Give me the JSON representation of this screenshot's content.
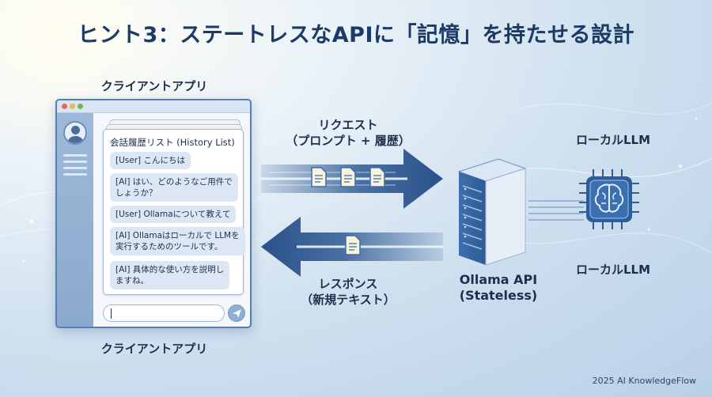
{
  "title": "ヒント3：ステートレスなAPIに「記憶」を持たせる設計",
  "client": {
    "label_top": "クライアントアプリ",
    "label_bottom": "クライアントアプリ",
    "history_title": "会話履歴リスト (History List)",
    "messages": [
      "[User] こんにちは",
      "[AI] はい、どのようなご用件で\nしょうか？",
      "[User] Ollamaについて教えて",
      "[AI] Ollamaはローカルで LLMを\n実行するためのツールです。",
      "[AI] 具体的な使い方を説明し\nますね。"
    ]
  },
  "request": {
    "line1": "リクエスト",
    "line2": "（プロンプト + 履歴）"
  },
  "response": {
    "line1": "レスポンス",
    "line2": "（新規テキスト）"
  },
  "server": {
    "line1": "Ollama API",
    "line2": "(Stateless)"
  },
  "llm": {
    "label_top": "ローカルLLM",
    "label_bottom": "ローカルLLM"
  },
  "footer": "2025 AI KnowledgeFlow",
  "colors": {
    "title": "#1b3a66",
    "arrow": "#2f5a93",
    "server": "#3b6cab",
    "chip": "#2c5c99",
    "accent_glow": "#e9f6ff"
  },
  "icons": [
    "document-icon",
    "server-icon",
    "brain-chip-icon",
    "send-icon",
    "user-avatar-icon"
  ]
}
